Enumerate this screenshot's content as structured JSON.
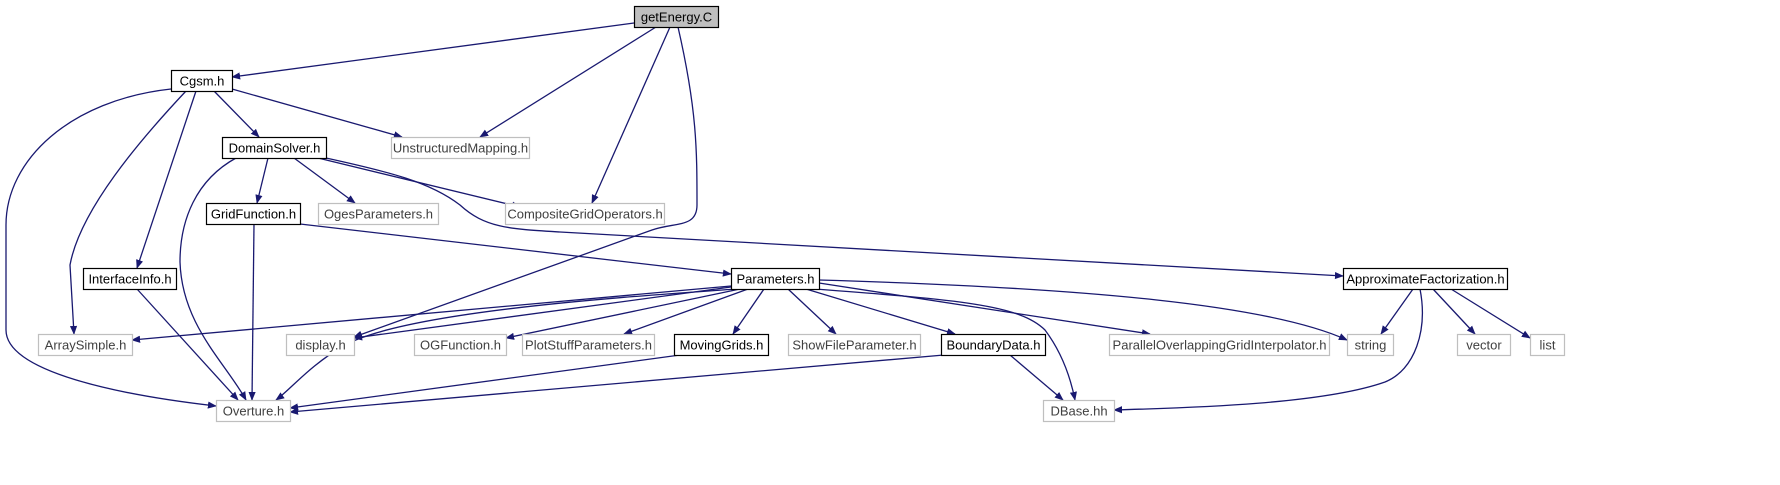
{
  "graph": {
    "nodes": [
      {
        "id": "getEnergy",
        "label": "getEnergy.C",
        "kind": "root"
      },
      {
        "id": "Cgsm",
        "label": "Cgsm.h",
        "kind": "documented"
      },
      {
        "id": "UnstructuredMapping",
        "label": "UnstructuredMapping.h",
        "kind": "external"
      },
      {
        "id": "DomainSolver",
        "label": "DomainSolver.h",
        "kind": "documented"
      },
      {
        "id": "GridFunction",
        "label": "GridFunction.h",
        "kind": "documented"
      },
      {
        "id": "OgesParameters",
        "label": "OgesParameters.h",
        "kind": "external"
      },
      {
        "id": "CompositeGridOperators",
        "label": "CompositeGridOperators.h",
        "kind": "external"
      },
      {
        "id": "InterfaceInfo",
        "label": "InterfaceInfo.h",
        "kind": "documented"
      },
      {
        "id": "Parameters",
        "label": "Parameters.h",
        "kind": "documented"
      },
      {
        "id": "ApproximateFactorization",
        "label": "ApproximateFactorization.h",
        "kind": "documented"
      },
      {
        "id": "ArraySimple",
        "label": "ArraySimple.h",
        "kind": "external"
      },
      {
        "id": "display",
        "label": "display.h",
        "kind": "external"
      },
      {
        "id": "OGFunction",
        "label": "OGFunction.h",
        "kind": "external"
      },
      {
        "id": "PlotStuffParameters",
        "label": "PlotStuffParameters.h",
        "kind": "external"
      },
      {
        "id": "MovingGrids",
        "label": "MovingGrids.h",
        "kind": "documented"
      },
      {
        "id": "ShowFileParameter",
        "label": "ShowFileParameter.h",
        "kind": "external"
      },
      {
        "id": "BoundaryData",
        "label": "BoundaryData.h",
        "kind": "documented"
      },
      {
        "id": "ParallelOverlappingGridInterpolator",
        "label": "ParallelOverlappingGridInterpolator.h",
        "kind": "external"
      },
      {
        "id": "string",
        "label": "string",
        "kind": "external"
      },
      {
        "id": "vector",
        "label": "vector",
        "kind": "external"
      },
      {
        "id": "list",
        "label": "list",
        "kind": "external"
      },
      {
        "id": "Overture",
        "label": "Overture.h",
        "kind": "external"
      },
      {
        "id": "DBase",
        "label": "DBase.hh",
        "kind": "external"
      }
    ],
    "edges": [
      {
        "from": "getEnergy",
        "to": "Cgsm"
      },
      {
        "from": "getEnergy",
        "to": "UnstructuredMapping"
      },
      {
        "from": "getEnergy",
        "to": "CompositeGridOperators"
      },
      {
        "from": "getEnergy",
        "to": "display"
      },
      {
        "from": "Cgsm",
        "to": "UnstructuredMapping"
      },
      {
        "from": "Cgsm",
        "to": "DomainSolver"
      },
      {
        "from": "Cgsm",
        "to": "InterfaceInfo"
      },
      {
        "from": "Cgsm",
        "to": "ArraySimple"
      },
      {
        "from": "Cgsm",
        "to": "Overture"
      },
      {
        "from": "DomainSolver",
        "to": "GridFunction"
      },
      {
        "from": "DomainSolver",
        "to": "OgesParameters"
      },
      {
        "from": "DomainSolver",
        "to": "CompositeGridOperators"
      },
      {
        "from": "DomainSolver",
        "to": "ApproximateFactorization"
      },
      {
        "from": "DomainSolver",
        "to": "Overture"
      },
      {
        "from": "GridFunction",
        "to": "Parameters"
      },
      {
        "from": "GridFunction",
        "to": "Overture"
      },
      {
        "from": "InterfaceInfo",
        "to": "Overture"
      },
      {
        "from": "Parameters",
        "to": "ArraySimple"
      },
      {
        "from": "Parameters",
        "to": "display"
      },
      {
        "from": "Parameters",
        "to": "OGFunction"
      },
      {
        "from": "Parameters",
        "to": "PlotStuffParameters"
      },
      {
        "from": "Parameters",
        "to": "MovingGrids"
      },
      {
        "from": "Parameters",
        "to": "ShowFileParameter"
      },
      {
        "from": "Parameters",
        "to": "BoundaryData"
      },
      {
        "from": "Parameters",
        "to": "ParallelOverlappingGridInterpolator"
      },
      {
        "from": "Parameters",
        "to": "string"
      },
      {
        "from": "Parameters",
        "to": "DBase"
      },
      {
        "from": "Parameters",
        "to": "Overture"
      },
      {
        "from": "MovingGrids",
        "to": "Overture"
      },
      {
        "from": "BoundaryData",
        "to": "Overture"
      },
      {
        "from": "BoundaryData",
        "to": "DBase"
      },
      {
        "from": "ApproximateFactorization",
        "to": "string"
      },
      {
        "from": "ApproximateFactorization",
        "to": "vector"
      },
      {
        "from": "ApproximateFactorization",
        "to": "list"
      },
      {
        "from": "ApproximateFactorization",
        "to": "DBase"
      }
    ]
  },
  "colors": {
    "edge": "#191970",
    "root_fill": "#bfbfbf",
    "documented_border": "#000000",
    "external_border": "#bfbfbf",
    "documented_text": "#000000",
    "external_text": "#404040"
  }
}
